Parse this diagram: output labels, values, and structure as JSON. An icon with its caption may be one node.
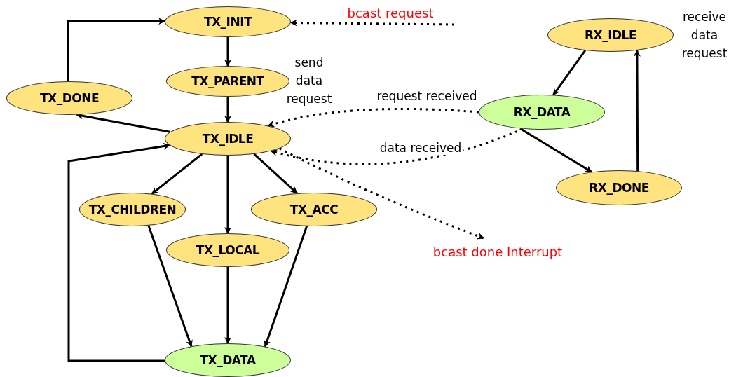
{
  "diagram": {
    "nodes": [
      {
        "text": [
          "TX_INIT"
        ]
      },
      {
        "text": [
          "TX_PARENT"
        ]
      },
      {
        "text": [
          "TX_DONE"
        ]
      },
      {
        "text": [
          "TX_IDLE"
        ]
      },
      {
        "text": [
          "TX_CHILDREN"
        ]
      },
      {
        "text": [
          "TX_LOCAL"
        ]
      },
      {
        "text": [
          "TX_ACC"
        ]
      },
      {
        "text": [
          "TX_DATA"
        ]
      },
      {
        "text": [
          "RX_IDLE"
        ],
        "beside": [
          "receive data request"
        ]
      },
      {
        "text": [
          "RX_DATA"
        ]
      },
      {
        "text": [
          "RX_DONE"
        ]
      },
      {
        "text": [
          "bcast done Interrupt"
        ]
      }
    ],
    "edges": [
      {
        "from": null,
        "to": 0,
        "arrow": "to",
        "style": "dashed"
      },
      {
        "from": 0,
        "to": 1,
        "arrow": "to"
      },
      {
        "from": 1,
        "to": 3,
        "arrow": "to"
      },
      {
        "from": 3,
        "to": 2,
        "arrow": "to"
      },
      {
        "from": 2,
        "to": 0,
        "arrow": "to"
      },
      {
        "from": 3,
        "to": 4,
        "arrow": "to"
      },
      {
        "from": 3,
        "to": 5,
        "arrow": "to"
      },
      {
        "from": 3,
        "to": 6,
        "arrow": "to"
      },
      {
        "from": 4,
        "to": 7,
        "arrow": "to"
      },
      {
        "from": 5,
        "to": 7,
        "arrow": "to"
      },
      {
        "from": 6,
        "to": 7,
        "arrow": "to"
      },
      {
        "from": 7,
        "to": 3,
        "arrow": "to"
      },
      {
        "from": 9,
        "to": 3,
        "arrow": "to",
        "style": "dashed",
        "label": "request received"
      },
      {
        "from": 9,
        "to": 3,
        "arrow": "to",
        "style": "dashed",
        "label": "data received"
      },
      {
        "from": 3,
        "to": 11,
        "arrow": "to",
        "style": "dashed"
      },
      {
        "from": 8,
        "to": 9,
        "arrow": "to"
      },
      {
        "from": 9,
        "to": 10,
        "arrow": "to"
      },
      {
        "from": 10,
        "to": 8,
        "arrow": "to"
      }
    ],
    "labels": [
      "bcast request",
      "send data request"
    ]
  }
}
